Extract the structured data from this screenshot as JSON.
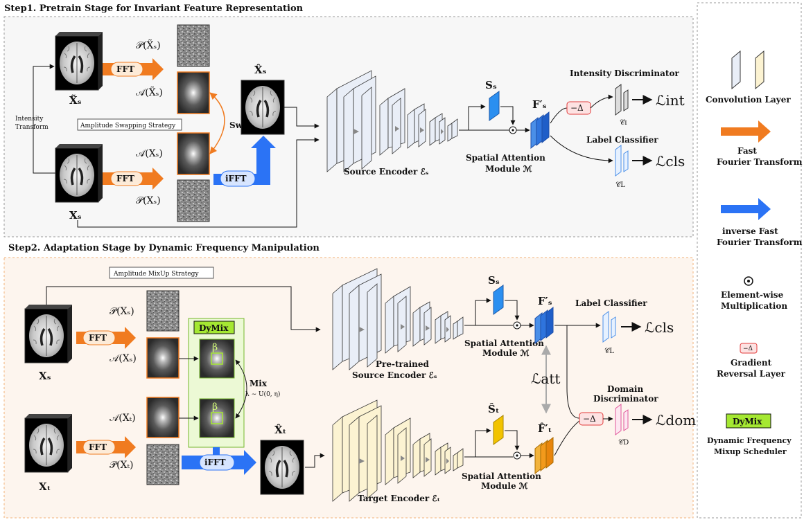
{
  "step1": {
    "title": "Step1. Pretrain Stage for Invariant Feature Representation",
    "phase_top": "𝒫(X̃ₛ)",
    "amp_top": "𝒜(X̃ₛ)",
    "amp_bottom": "𝒜(Xₛ)",
    "phase_bottom": "𝒫(Xₛ)",
    "img_top": "X̃ₛ",
    "img_bottom": "Xₛ",
    "img_out": "X̂ₛ",
    "intensity_transform": [
      "Intensity",
      "Transform"
    ],
    "amp_swap": "Amplitude Swapping Strategy",
    "swap": "Swap",
    "fft": "FFT",
    "ifft": "iFFT",
    "encoder": "Source Encoder ℰₛ",
    "attn_map": "Sₛ",
    "attn_module": [
      "Spatial Attention",
      "Module ℳ"
    ],
    "feat": "F′ₛ",
    "grl": "−Δ",
    "disc_title": "Intensity Discriminator",
    "disc_c": "𝒞ɪ",
    "loss_int": "ℒint",
    "cls_title": "Label Classifier",
    "cls_c": "𝒞L",
    "loss_cls": "ℒcls"
  },
  "step2": {
    "title": "Step2. Adaptation Stage by Dynamic Frequency Manipulation",
    "amp_mixup": "Amplitude MixUp Strategy",
    "phase_top": "𝒫(Xₛ)",
    "amp_top": "𝒜(Xₛ)",
    "amp_bottom": "𝒜(Xₜ)",
    "phase_bottom": "𝒫(Xₜ)",
    "img_top": "Xₛ",
    "img_bottom": "Xₜ",
    "img_out": "X̂ₜ",
    "fft": "FFT",
    "ifft": "iFFT",
    "dymix": "DyMix",
    "beta": "β",
    "mix": "Mix",
    "mix_dist": "λ ∼ U(0, η)",
    "src_encoder": [
      "Pre-trained",
      "Source Encoder ℰₛ"
    ],
    "tgt_encoder": "Target Encoder ℰₜ",
    "attn_map_s": "Sₛ",
    "attn_map_t": "Ŝₜ",
    "attn_module_top": [
      "Spatial Attention",
      "Module ℳ"
    ],
    "attn_module_bottom": [
      "Spatial Attention",
      "Module ℳ"
    ],
    "feat_s": "F′ₛ",
    "feat_t": "F̂′ₜ",
    "loss_att": "ℒatt",
    "cls_title": "Label Classifier",
    "cls_c": "𝒞L",
    "loss_cls": "ℒcls",
    "disc_title": [
      "Domain",
      "Discriminator"
    ],
    "disc_c": "𝒞D",
    "grl": "−Δ",
    "loss_dom": "ℒdom"
  },
  "legend": {
    "conv": "Convolution Layer",
    "fft": [
      "Fast",
      "Fourier Transform"
    ],
    "ifft": [
      "inverse Fast",
      "Fourier Transform"
    ],
    "mult_symbol": "⊙",
    "mult": [
      "Element-wise",
      "Multiplication"
    ],
    "grl_symbol": "−Δ",
    "grl": [
      "Gradient",
      "Reversal Layer"
    ],
    "dymix": "DyMix",
    "dymix_desc": [
      "Dynamic Frequency",
      "Mixup Scheduler"
    ]
  },
  "colors": {
    "blue_stack": "#e9eef7",
    "yellow_stack": "#fcf3d2",
    "fft_orange": "#f07b20",
    "ifft_blue": "#2b73f5",
    "dymix_green": "#a5e832",
    "step2_bg": "#fdf5ee",
    "step1_bg": "#f7f7f7"
  }
}
